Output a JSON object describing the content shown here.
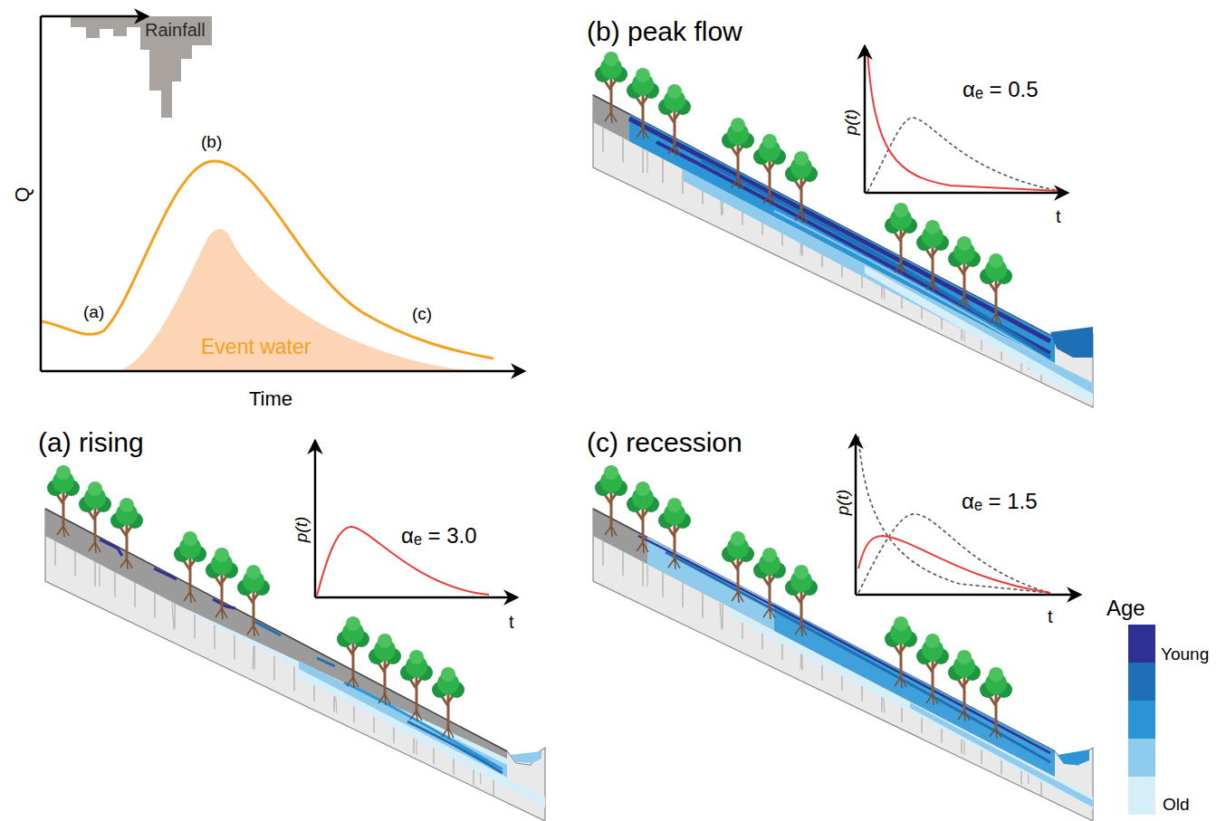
{
  "diagram": {
    "labels": [
      "Rainfall",
      "Q",
      "Time",
      "(a)",
      "(b)",
      "(c)",
      "Event water",
      "(a) rising",
      "(b) peak flow",
      "(c) recession",
      "p(t)",
      "t",
      "αₑ = 3.0",
      "p(t)",
      "t",
      "αₑ = 0.5",
      "p(t)",
      "t",
      "αₑ = 1.5",
      "Age"
    ],
    "legend": [
      {
        "text": "Young",
        "color": "#2e3192"
      },
      {
        "text": "Old",
        "color": "#d6eef8"
      }
    ]
  }
}
